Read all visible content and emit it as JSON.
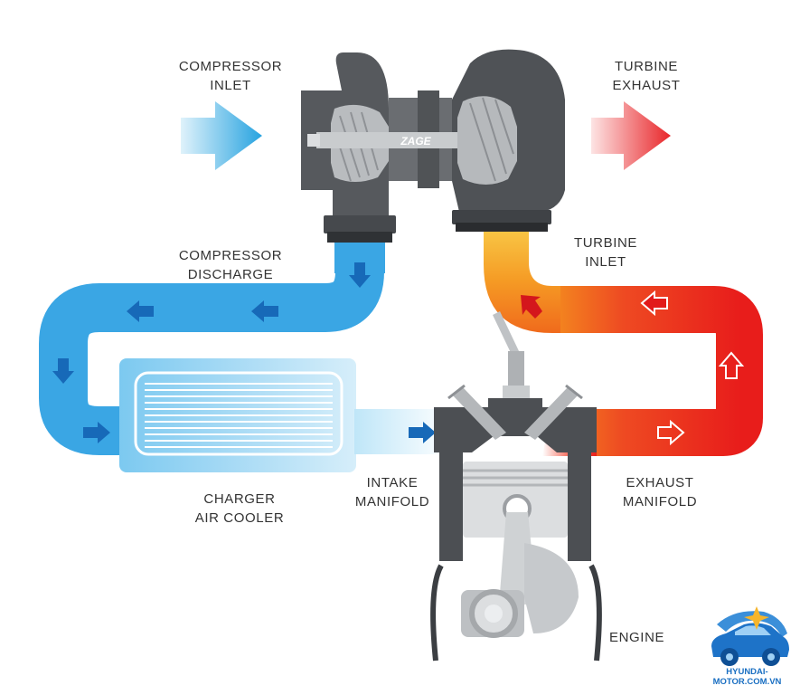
{
  "labels": {
    "compressor_inlet": [
      "COMPRESSOR",
      "INLET"
    ],
    "turbine_exhaust": [
      "TURBINE",
      "EXHAUST"
    ],
    "compressor_discharge": [
      "COMPRESSOR",
      "DISCHARGE"
    ],
    "turbine_inlet": [
      "TURBINE",
      "INLET"
    ],
    "charger_air_cooler": [
      "CHARGER",
      "AIR COOLER"
    ],
    "intake_manifold": [
      "INTAKE",
      "MANIFOLD"
    ],
    "exhaust_manifold": [
      "EXHAUST",
      "MANIFOLD"
    ],
    "engine": "ENGINE"
  },
  "turbo_brand": "ZAGE",
  "watermark": "HYUNDAI-MOTOR.COM.VN",
  "colors": {
    "cold_flow": "#3ba8e6",
    "hot_flow": "#e8261b",
    "warm_flow": "#f7a21b",
    "arrow_blue": "#1769b8",
    "housing": "#55585c",
    "housing_light": "#aeb1b4"
  }
}
